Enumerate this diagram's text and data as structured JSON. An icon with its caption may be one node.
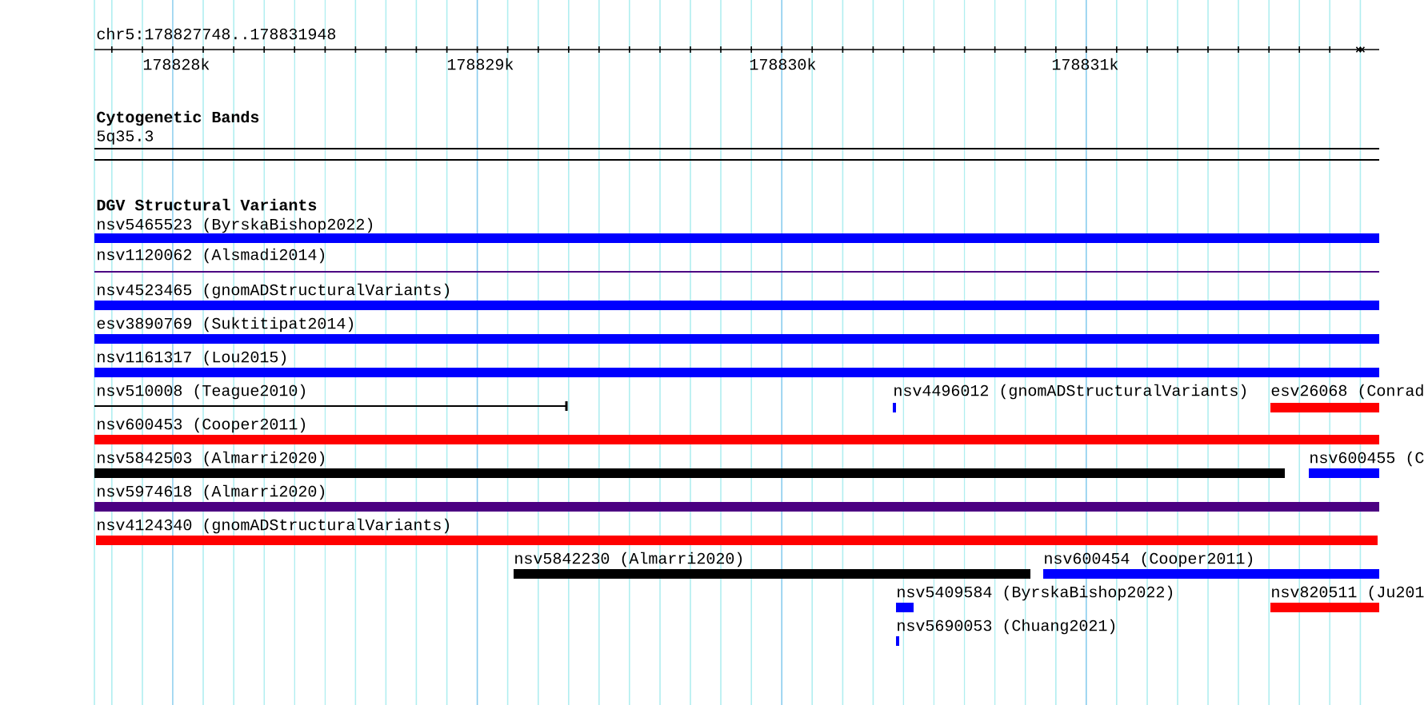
{
  "diagram": {
    "nodes": [
      {
        "text": [
          "nsv5465523 (ByrskaBishop2022)"
        ]
      },
      {
        "text": [
          "nsv1120062 (Alsmadi2014)"
        ]
      },
      {
        "text": [
          "nsv4523465 (gnomADStructuralVariants)"
        ]
      },
      {
        "text": [
          "esv3890769 (Suktitipat2014)"
        ]
      },
      {
        "text": [
          "nsv1161317 (Lou2015)"
        ]
      },
      {
        "text": [
          "nsv510008 (Teague2010)"
        ]
      },
      {
        "text": [
          "nsv4496012 (gnomADStructuralVariants)"
        ]
      },
      {
        "text": [
          "esv26068 (Conrad"
        ]
      },
      {
        "text": [
          "nsv600453 (Cooper2011)"
        ]
      },
      {
        "text": [
          "nsv5842503 (Almarri2020)"
        ]
      },
      {
        "text": [
          "nsv600455 (C"
        ]
      },
      {
        "text": [
          "nsv5974618 (Almarri2020)"
        ]
      },
      {
        "text": [
          "nsv4124340 (gnomADStructuralVariants)"
        ]
      },
      {
        "text": [
          "nsv5842230 (Almarri2020)"
        ]
      },
      {
        "text": [
          "nsv600454 (Cooper2011)"
        ]
      },
      {
        "text": [
          "nsv5409584 (ByrskaBishop2022)"
        ]
      },
      {
        "text": [
          "nsv820511 (Ju201"
        ]
      },
      {
        "text": [
          "nsv5690053 (Chuang2021)"
        ]
      }
    ],
    "labels": [
      "chr5:178827748..178831948",
      "178828k",
      "178829k",
      "178830k",
      "178831k",
      "Cytogenetic Bands",
      "5q35.3",
      "DGV Structural Variants"
    ]
  }
}
